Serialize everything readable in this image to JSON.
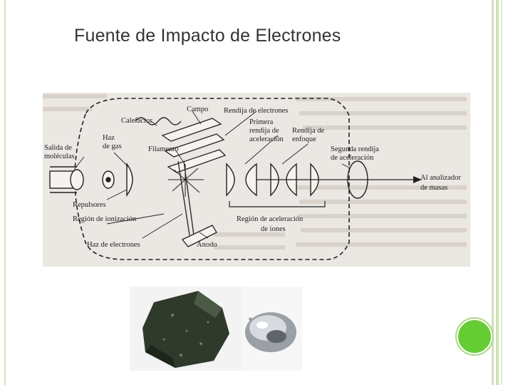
{
  "slide": {
    "title": "Fuente de Impacto de Electrones"
  },
  "diagram": {
    "labels": {
      "campo": "Campo",
      "rendija_electrones": "Rendija de electrones",
      "calefactor": "Calefactor",
      "primera_rendija_1": "Primera",
      "primera_rendija_2": "rendija de",
      "primera_rendija_3": "aceleración",
      "rendija_enfoque_1": "Rendija de",
      "rendija_enfoque_2": "enfoque",
      "haz_gas_1": "Haz",
      "haz_gas_2": "de gas",
      "filamento": "Filamento",
      "salida_moleculas_1": "Salida de",
      "salida_moleculas_2": "moléculas",
      "segunda_rendija_1": "Segunda rendija",
      "segunda_rendija_2": "de aceleración",
      "analizador_1": "Al analizador",
      "analizador_2": "de masas",
      "repulsores": "Repulsores",
      "region_ionizacion": "Región de ionización",
      "region_aceleracion_1": "Región de aceleración",
      "region_aceleracion_2": "de iones",
      "haz_electrones": "Haz de electrones",
      "anodo": "Ánodo"
    }
  },
  "colors": {
    "accent_green": "#66cc33",
    "border_green": "#cfe2b4",
    "title": "#333333"
  }
}
